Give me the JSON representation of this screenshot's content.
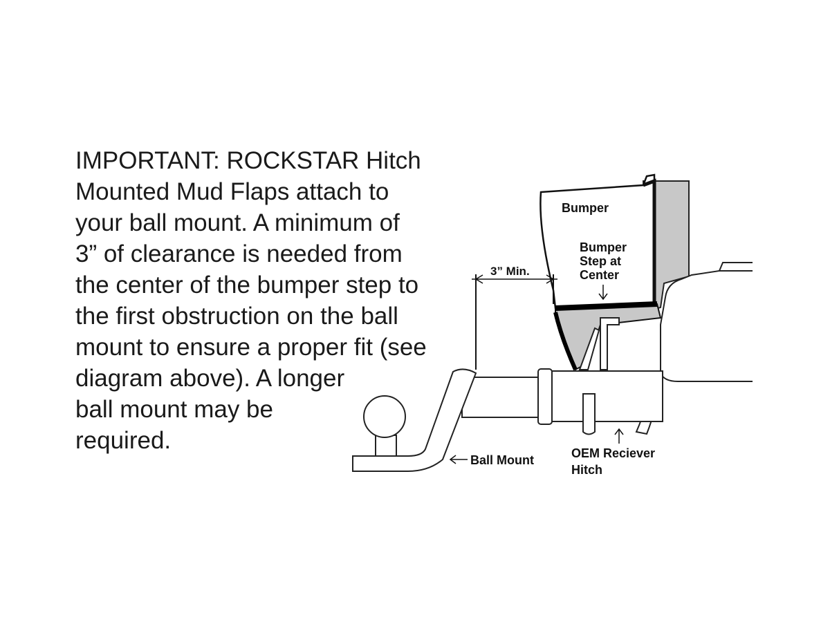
{
  "notice": {
    "lines": [
      "IMPORTANT:  ROCKSTAR Hitch",
      "Mounted Mud Flaps attach to",
      "your ball mount.  A minimum of",
      "3” of clearance is needed from",
      "the center of the bumper step to",
      "the first obstruction on the ball",
      "mount to ensure a proper fit (see",
      "diagram above).  A longer",
      "ball mount may be",
      "required."
    ]
  },
  "diagram": {
    "labels": {
      "bumper": "Bumper",
      "step_line1": "Bumper",
      "step_line2": "Step at",
      "step_line3": "Center",
      "clearance": "3” Min.",
      "ball_mount": "Ball Mount",
      "hitch_line1": "OEM Reciever",
      "hitch_line2": "Hitch"
    }
  }
}
